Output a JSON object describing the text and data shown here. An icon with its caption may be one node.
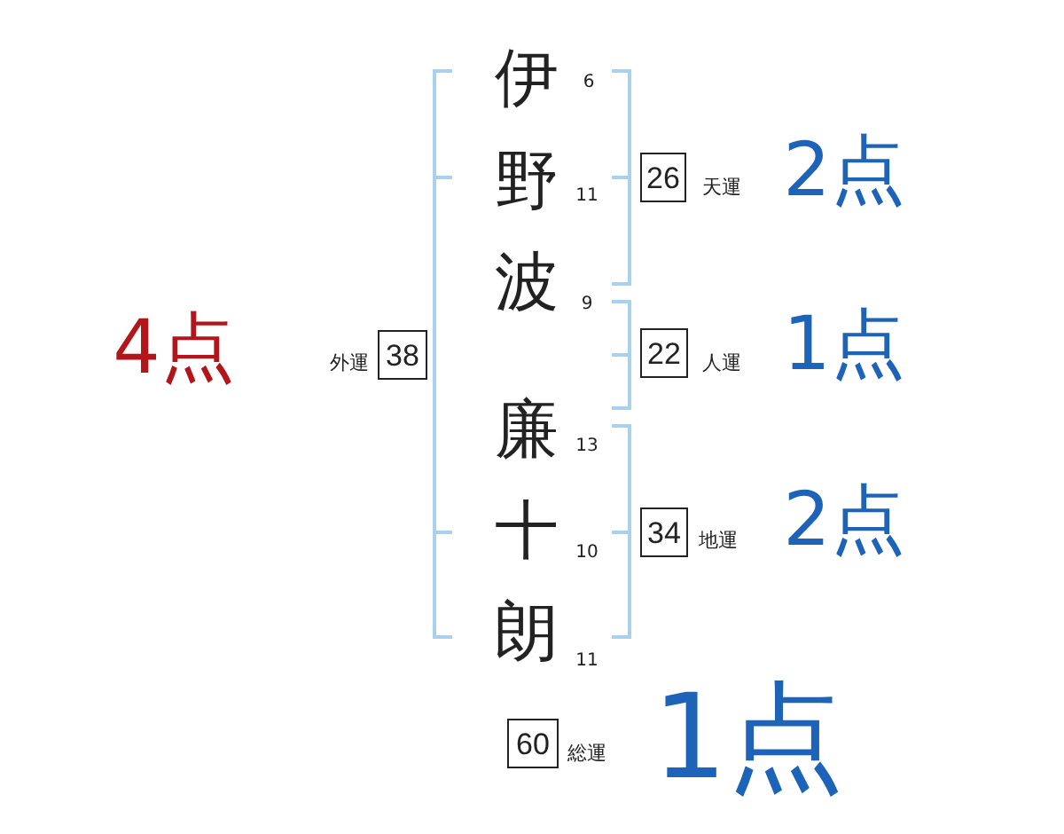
{
  "diagram": {
    "nodes": [
      {
        "text": [
          "38"
        ],
        "beside": [
          "外運"
        ]
      },
      {
        "text": [
          "26"
        ],
        "beside": [
          "天運"
        ]
      },
      {
        "text": [
          "22"
        ],
        "beside": [
          "人運"
        ]
      },
      {
        "text": [
          "34"
        ],
        "beside": [
          "地運"
        ]
      },
      {
        "text": [
          "60"
        ],
        "beside": [
          "総運"
        ]
      }
    ],
    "labels": [
      "伊",
      "6",
      "野",
      "11",
      "波",
      "9",
      "廉",
      "13",
      "十",
      "10",
      "朗",
      "11",
      "4点",
      "2点",
      "1点",
      "2点",
      "1点"
    ]
  }
}
